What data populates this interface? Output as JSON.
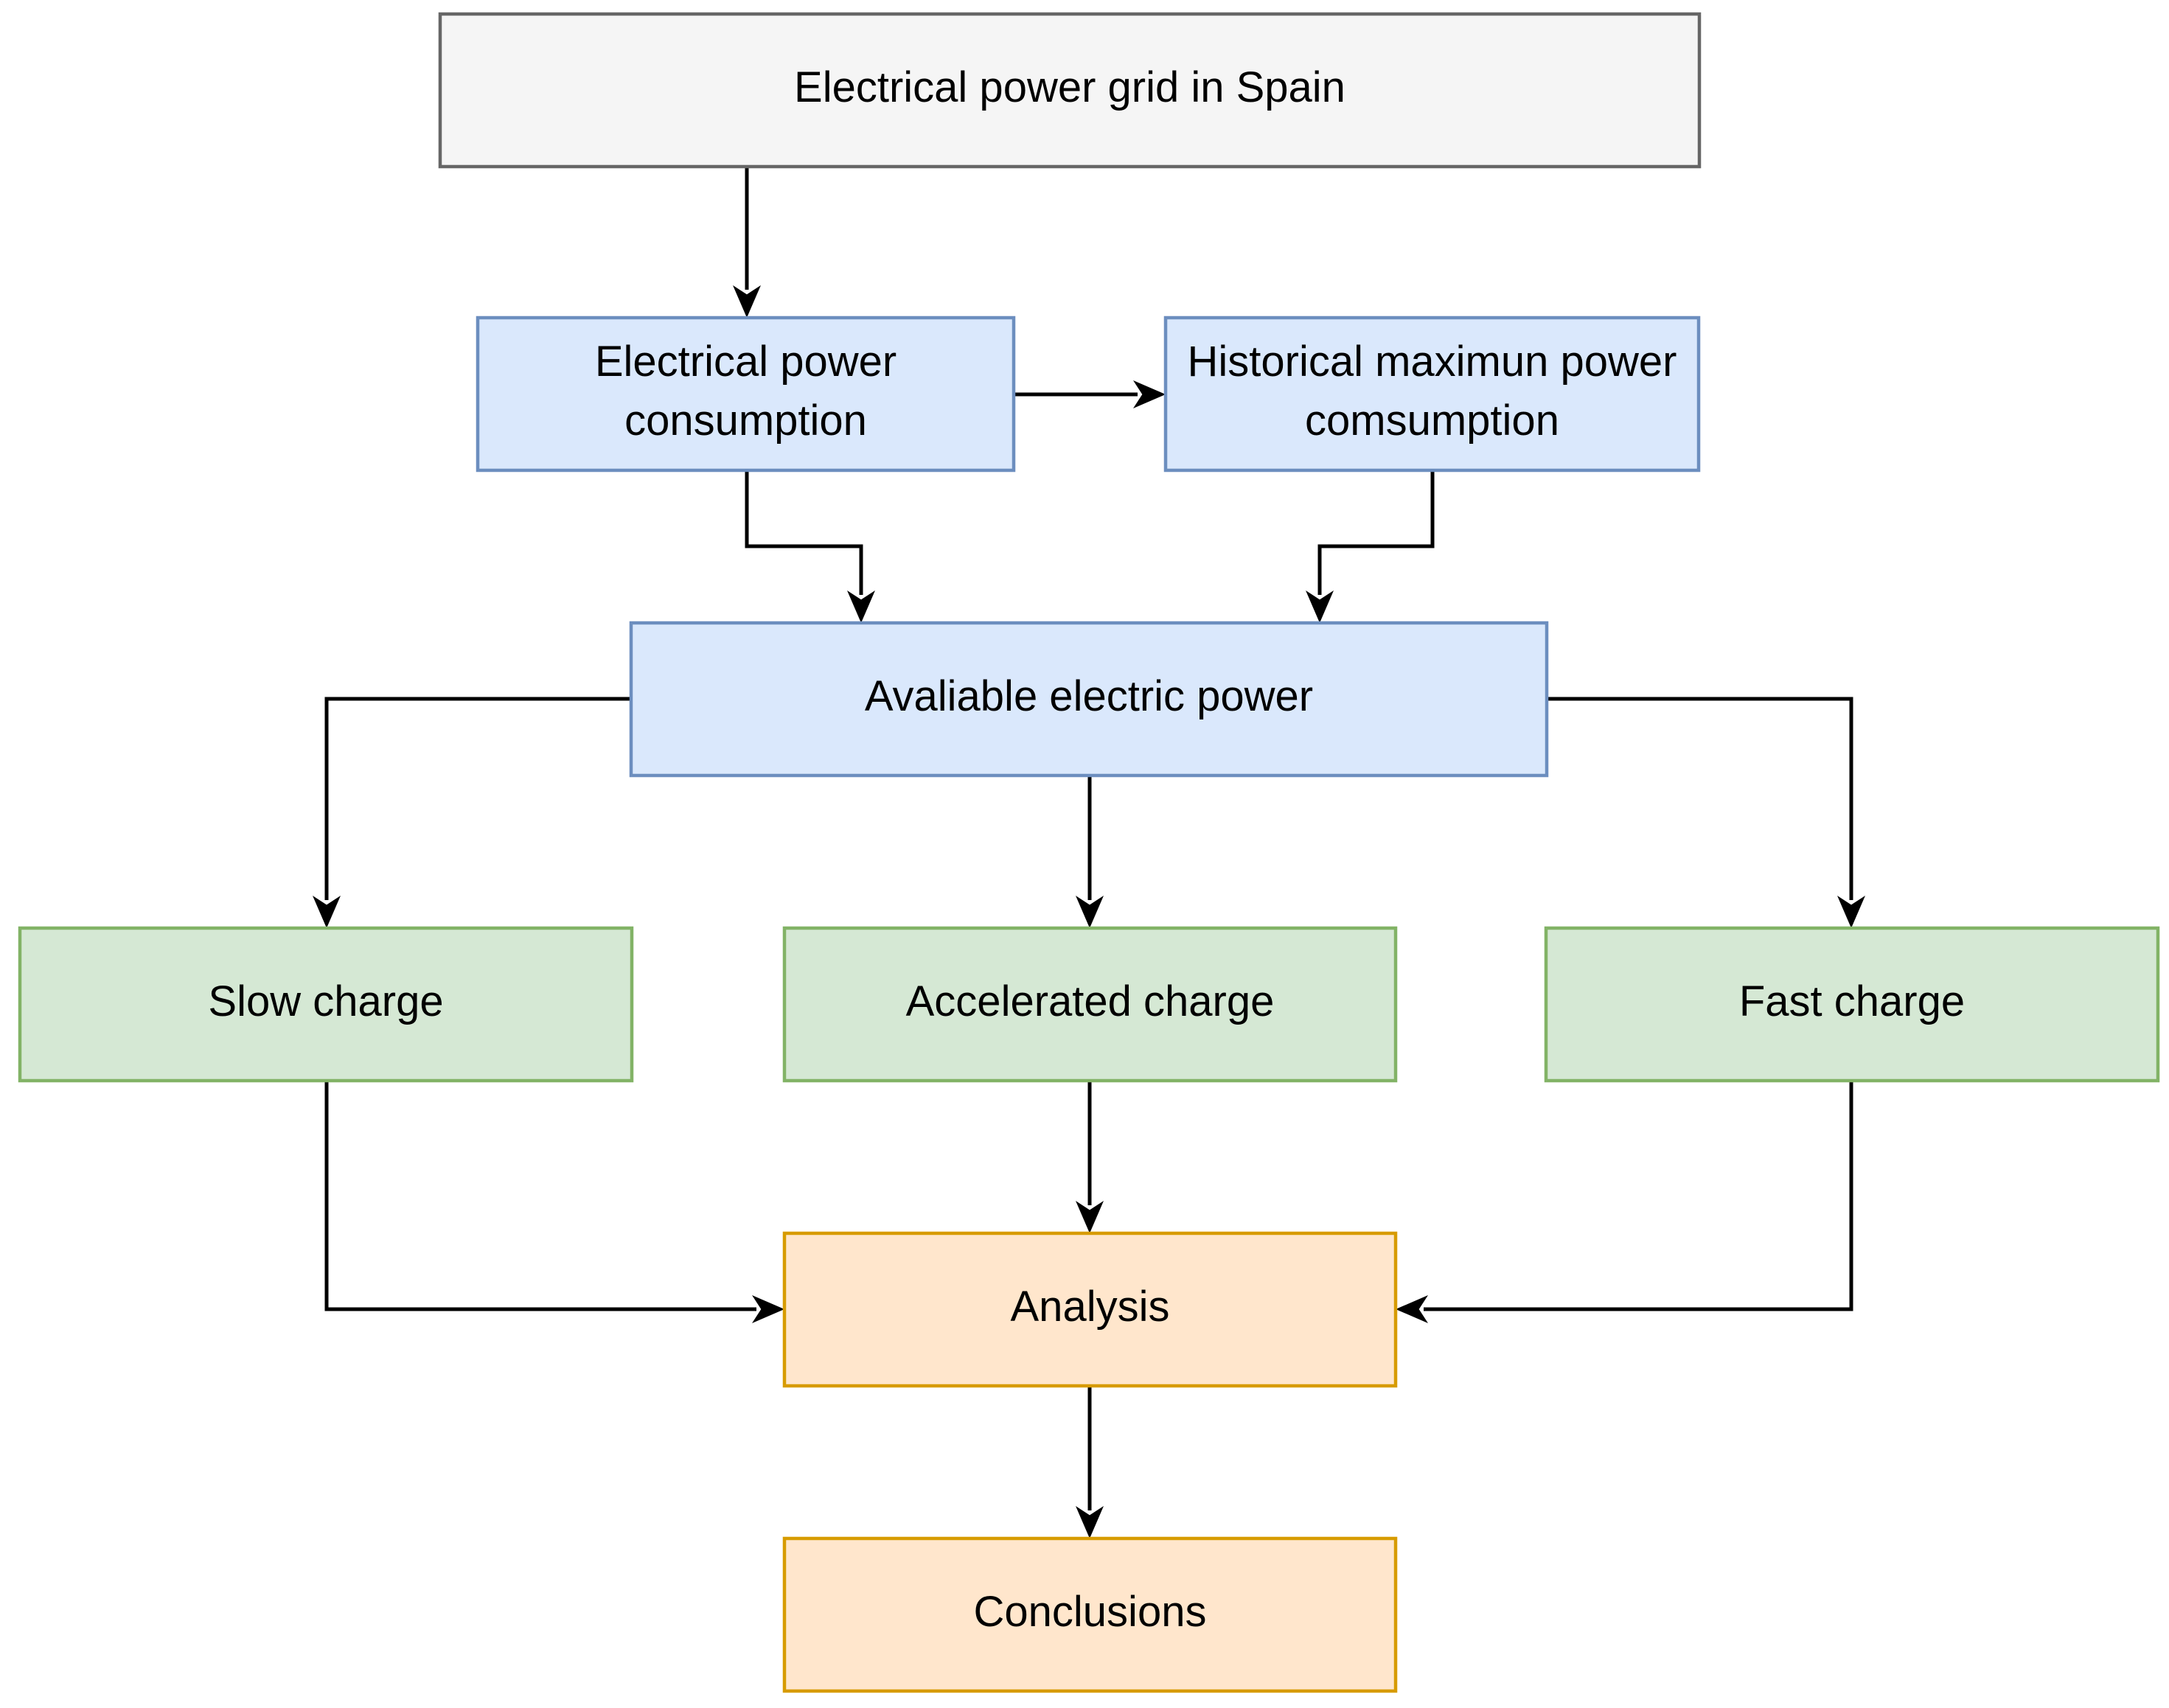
{
  "colors": {
    "gray": {
      "fill": "#f5f5f5",
      "stroke": "#666666"
    },
    "blue": {
      "fill": "#dae8fc",
      "stroke": "#6c8ebf"
    },
    "green": {
      "fill": "#d5e8d4",
      "stroke": "#82b366"
    },
    "orange": {
      "fill": "#ffe6cc",
      "stroke": "#d79b00"
    },
    "edge": "#000000"
  },
  "nodes": {
    "grid": {
      "lines": [
        "Electrical power grid in Spain"
      ],
      "style": "gray"
    },
    "consumption": {
      "lines": [
        "Electrical power",
        "consumption"
      ],
      "style": "blue"
    },
    "historical": {
      "lines": [
        "Historical maximun power",
        "comsumption"
      ],
      "style": "blue"
    },
    "available": {
      "lines": [
        "Avaliable electric power"
      ],
      "style": "blue"
    },
    "slow": {
      "lines": [
        "Slow charge"
      ],
      "style": "green"
    },
    "accelerated": {
      "lines": [
        "Accelerated charge"
      ],
      "style": "green"
    },
    "fast": {
      "lines": [
        "Fast charge"
      ],
      "style": "green"
    },
    "analysis": {
      "lines": [
        "Analysis"
      ],
      "style": "orange"
    },
    "conclusions": {
      "lines": [
        "Conclusions"
      ],
      "style": "orange"
    }
  },
  "edges": [
    {
      "from": "grid",
      "to": "consumption"
    },
    {
      "from": "consumption",
      "to": "historical"
    },
    {
      "from": "consumption",
      "to": "available"
    },
    {
      "from": "historical",
      "to": "available"
    },
    {
      "from": "available",
      "to": "slow"
    },
    {
      "from": "available",
      "to": "accelerated"
    },
    {
      "from": "available",
      "to": "fast"
    },
    {
      "from": "slow",
      "to": "analysis"
    },
    {
      "from": "accelerated",
      "to": "analysis"
    },
    {
      "from": "fast",
      "to": "analysis"
    },
    {
      "from": "analysis",
      "to": "conclusions"
    }
  ]
}
